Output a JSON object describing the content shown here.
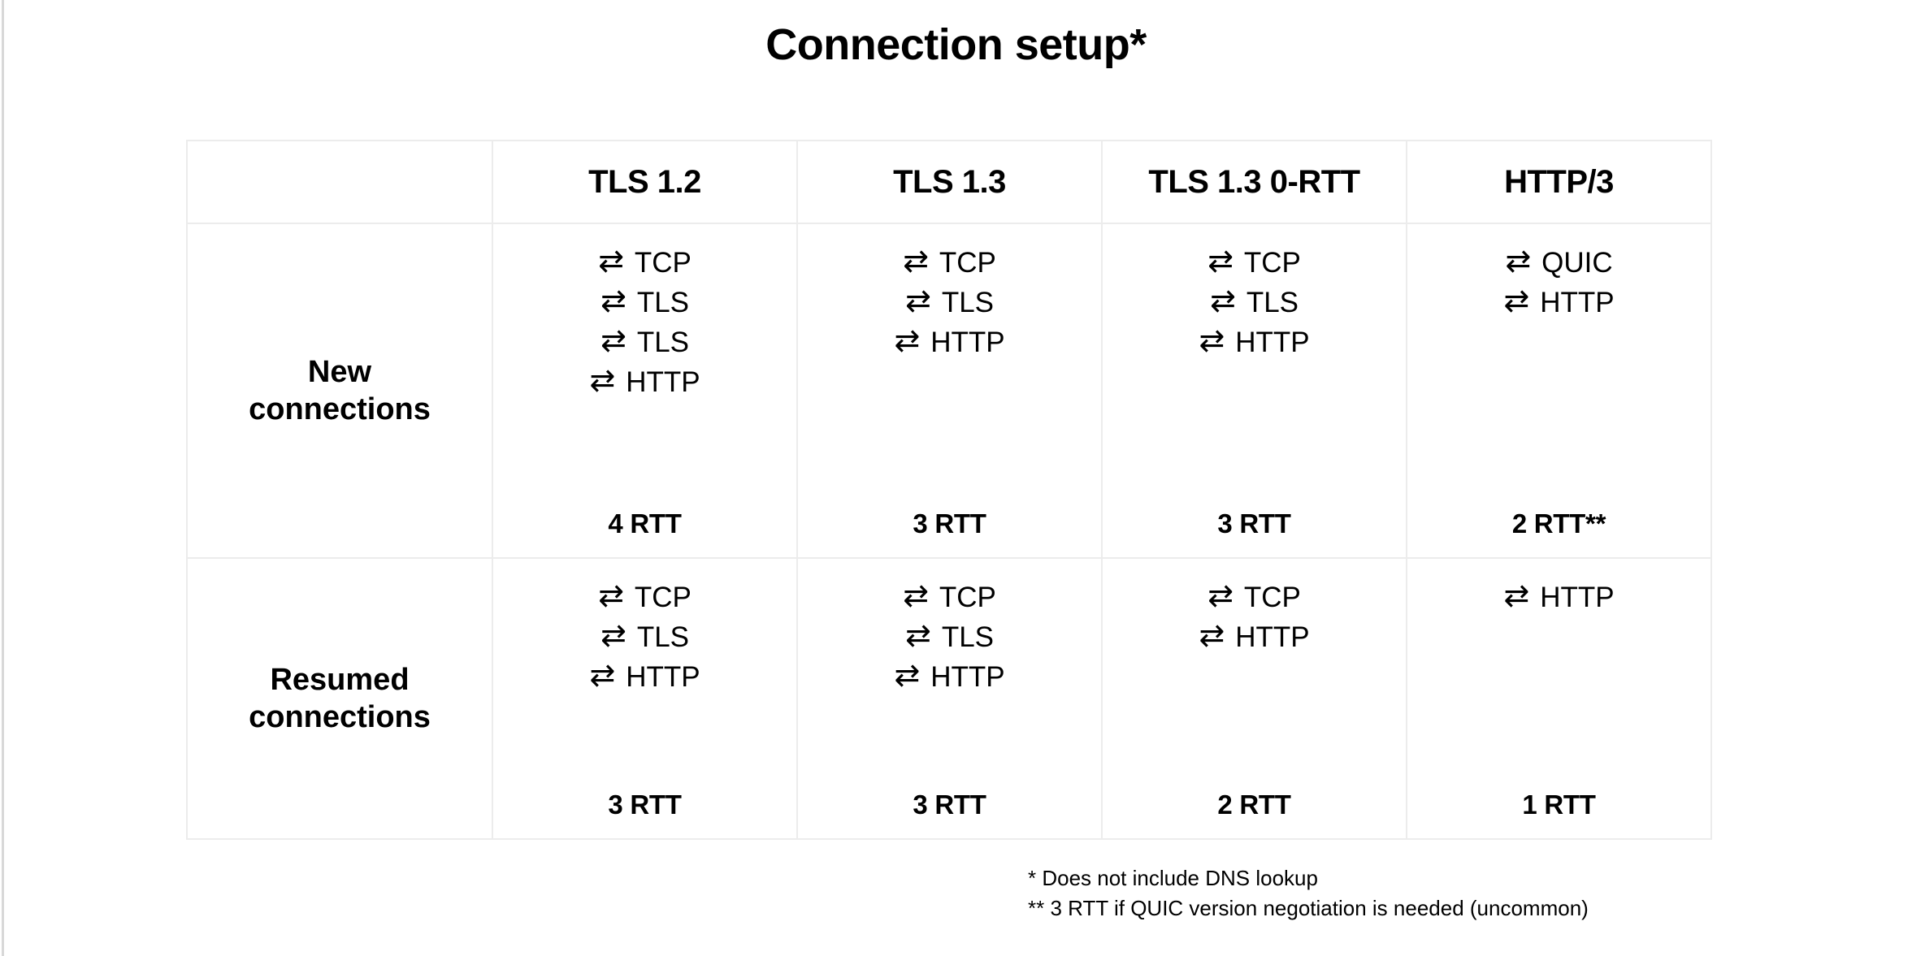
{
  "title": "Connection setup*",
  "table": {
    "corner_header": "",
    "column_headers": [
      "TLS 1.2",
      "TLS 1.3",
      "TLS 1.3 0-RTT",
      "HTTP/3"
    ],
    "arrow_icon": "⇄",
    "rows": [
      {
        "label_line1": "New",
        "label_line2": "connections",
        "cells": [
          {
            "steps": [
              "TCP",
              "TLS",
              "TLS",
              "HTTP"
            ],
            "rtt": "4 RTT"
          },
          {
            "steps": [
              "TCP",
              "TLS",
              "HTTP"
            ],
            "rtt": "3 RTT"
          },
          {
            "steps": [
              "TCP",
              "TLS",
              "HTTP"
            ],
            "rtt": "3 RTT"
          },
          {
            "steps": [
              "QUIC",
              "HTTP"
            ],
            "rtt": "2 RTT**"
          }
        ]
      },
      {
        "label_line1": "Resumed",
        "label_line2": "connections",
        "cells": [
          {
            "steps": [
              "TCP",
              "TLS",
              "HTTP"
            ],
            "rtt": "3 RTT"
          },
          {
            "steps": [
              "TCP",
              "TLS",
              "HTTP"
            ],
            "rtt": "3 RTT"
          },
          {
            "steps": [
              "TCP",
              "HTTP"
            ],
            "rtt": "2 RTT"
          },
          {
            "steps": [
              "HTTP"
            ],
            "rtt": "1 RTT"
          }
        ]
      }
    ]
  },
  "footnotes": [
    "* Does not include DNS lookup",
    "** 3 RTT if QUIC version negotiation is needed (uncommon)"
  ],
  "colors": {
    "text": "#000000",
    "table_border": "#ececec",
    "page_edge_rule": "#d8d8d8",
    "background": "#ffffff"
  }
}
